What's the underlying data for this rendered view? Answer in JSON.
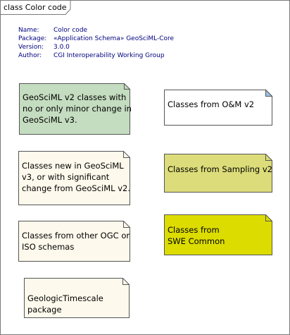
{
  "diagram": {
    "frame_label": "class Color code",
    "metadata": [
      {
        "key": "Name:",
        "value": "Color code"
      },
      {
        "key": "Package:",
        "value": "«Application Schema» GeoSciML-Core"
      },
      {
        "key": "Version:",
        "value": "3.0.0"
      },
      {
        "key": "Author:",
        "value": "CGI Interoperability Working Group"
      }
    ],
    "notes": [
      {
        "name": "note-geosciml-v2",
        "fill": "#c4dcbf",
        "lines": [
          "GeoSciML v2 classes with",
          "no or only minor change in",
          "GeoSciML v3."
        ]
      },
      {
        "name": "note-om-v2",
        "fill": "#ffffff",
        "lines": [
          "Classes from O&M v2"
        ]
      },
      {
        "name": "note-new-geosciml-v3",
        "fill": "#fdf9ec",
        "lines": [
          "Classes new in GeoSciML",
          "v3, or with significant",
          "change from GeoSciML v2."
        ]
      },
      {
        "name": "note-sampling-v2",
        "fill": "#dcdc7a",
        "lines": [
          "Classes from Sampling v2"
        ]
      },
      {
        "name": "note-other-ogc-iso",
        "fill": "#fdf9ec",
        "lines": [
          "Classes from other OGC or",
          "ISO schemas"
        ]
      },
      {
        "name": "note-swe-common",
        "fill": "#dcdc00",
        "lines": [
          "Classes from",
          "SWE Common"
        ]
      },
      {
        "name": "note-geologic-timescale",
        "fill": "#fdf9ec",
        "lines": [
          "GeologicTimescale",
          "package"
        ]
      }
    ]
  }
}
